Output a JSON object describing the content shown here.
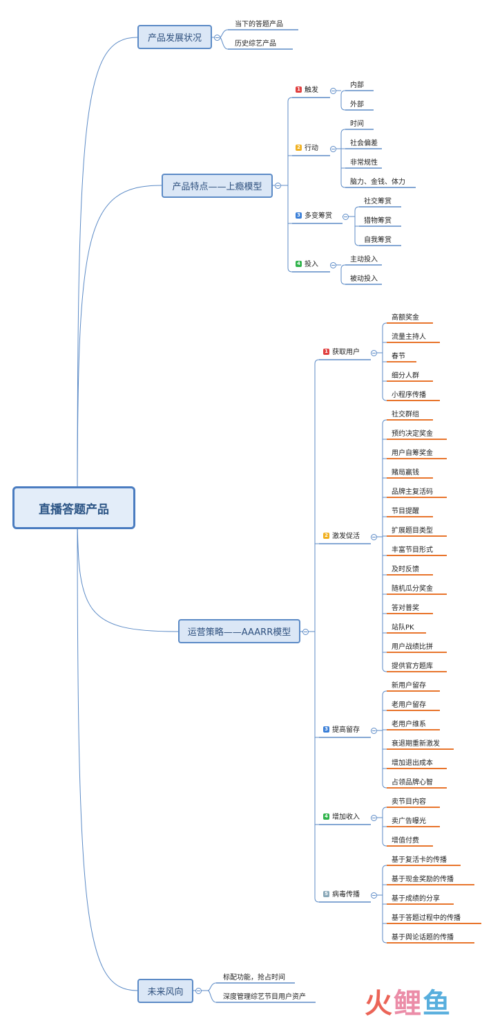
{
  "root": "直播答题产品",
  "branches": [
    {
      "label": "产品发展状况",
      "children": [
        {
          "label": "当下的答题产品",
          "leaves": []
        },
        {
          "label": "历史综艺产品",
          "leaves": []
        }
      ]
    },
    {
      "label": "产品特点——上瘾模型",
      "children": [
        {
          "label": "触发",
          "badge": "1",
          "leaves": [
            "内部",
            "外部"
          ]
        },
        {
          "label": "行动",
          "badge": "2",
          "leaves": [
            "时间",
            "社会偏差",
            "非常规性",
            "脑力、金钱、体力"
          ]
        },
        {
          "label": "多变筹赏",
          "badge": "3",
          "leaves": [
            "社交筹赏",
            "猎物筹赏",
            "自我筹赏"
          ]
        },
        {
          "label": "投入",
          "badge": "4",
          "leaves": [
            "主动投入",
            "被动投入"
          ]
        }
      ]
    },
    {
      "label": "运营策略——AAARR模型",
      "children": [
        {
          "label": "获取用户",
          "badge": "1",
          "leaves": [
            "高额奖金",
            "流量主持人",
            "春节",
            "细分人群",
            "小程序传播"
          ]
        },
        {
          "label": "激发促活",
          "badge": "2",
          "leaves": [
            "社交群组",
            "预约决定奖金",
            "用户自筹奖金",
            "赌局赢钱",
            "品牌主复活码",
            "节目提醒",
            "扩展题目类型",
            "丰富节目形式",
            "及时反馈",
            "随机瓜分奖金",
            "答对普奖",
            "站队PK",
            "用户战绩比拼",
            "提供官方题库"
          ]
        },
        {
          "label": "提高留存",
          "badge": "3",
          "leaves": [
            "新用户留存",
            "老用户留存",
            "老用户维系",
            "衰退期重新激发",
            "增加退出成本",
            "占领品牌心智"
          ]
        },
        {
          "label": "增加收入",
          "badge": "4",
          "leaves": [
            "卖节目内容",
            "卖广告曝光",
            "增值付费"
          ]
        },
        {
          "label": "病毒传播",
          "badge": "5",
          "leaves": [
            "基于复活卡的传播",
            "基于现金奖励的传播",
            "基于成绩的分享",
            "基于答题过程中的传播",
            "基于舆论话题的传播"
          ]
        }
      ]
    },
    {
      "label": "未来风向",
      "children": [
        {
          "label": "标配功能，抢占时间",
          "leaves": []
        },
        {
          "label": "深度管理综艺节目用户资产",
          "leaves": []
        }
      ]
    }
  ],
  "watermark": "火鲤鱼",
  "colors": {
    "line": "#5b8ac6",
    "accent": "#e8742b",
    "badge1": "#e04040",
    "badge2": "#f0b020",
    "badge3": "#3a7fd8",
    "badge4": "#2fb34a",
    "badge5": "#8aa8b8"
  }
}
